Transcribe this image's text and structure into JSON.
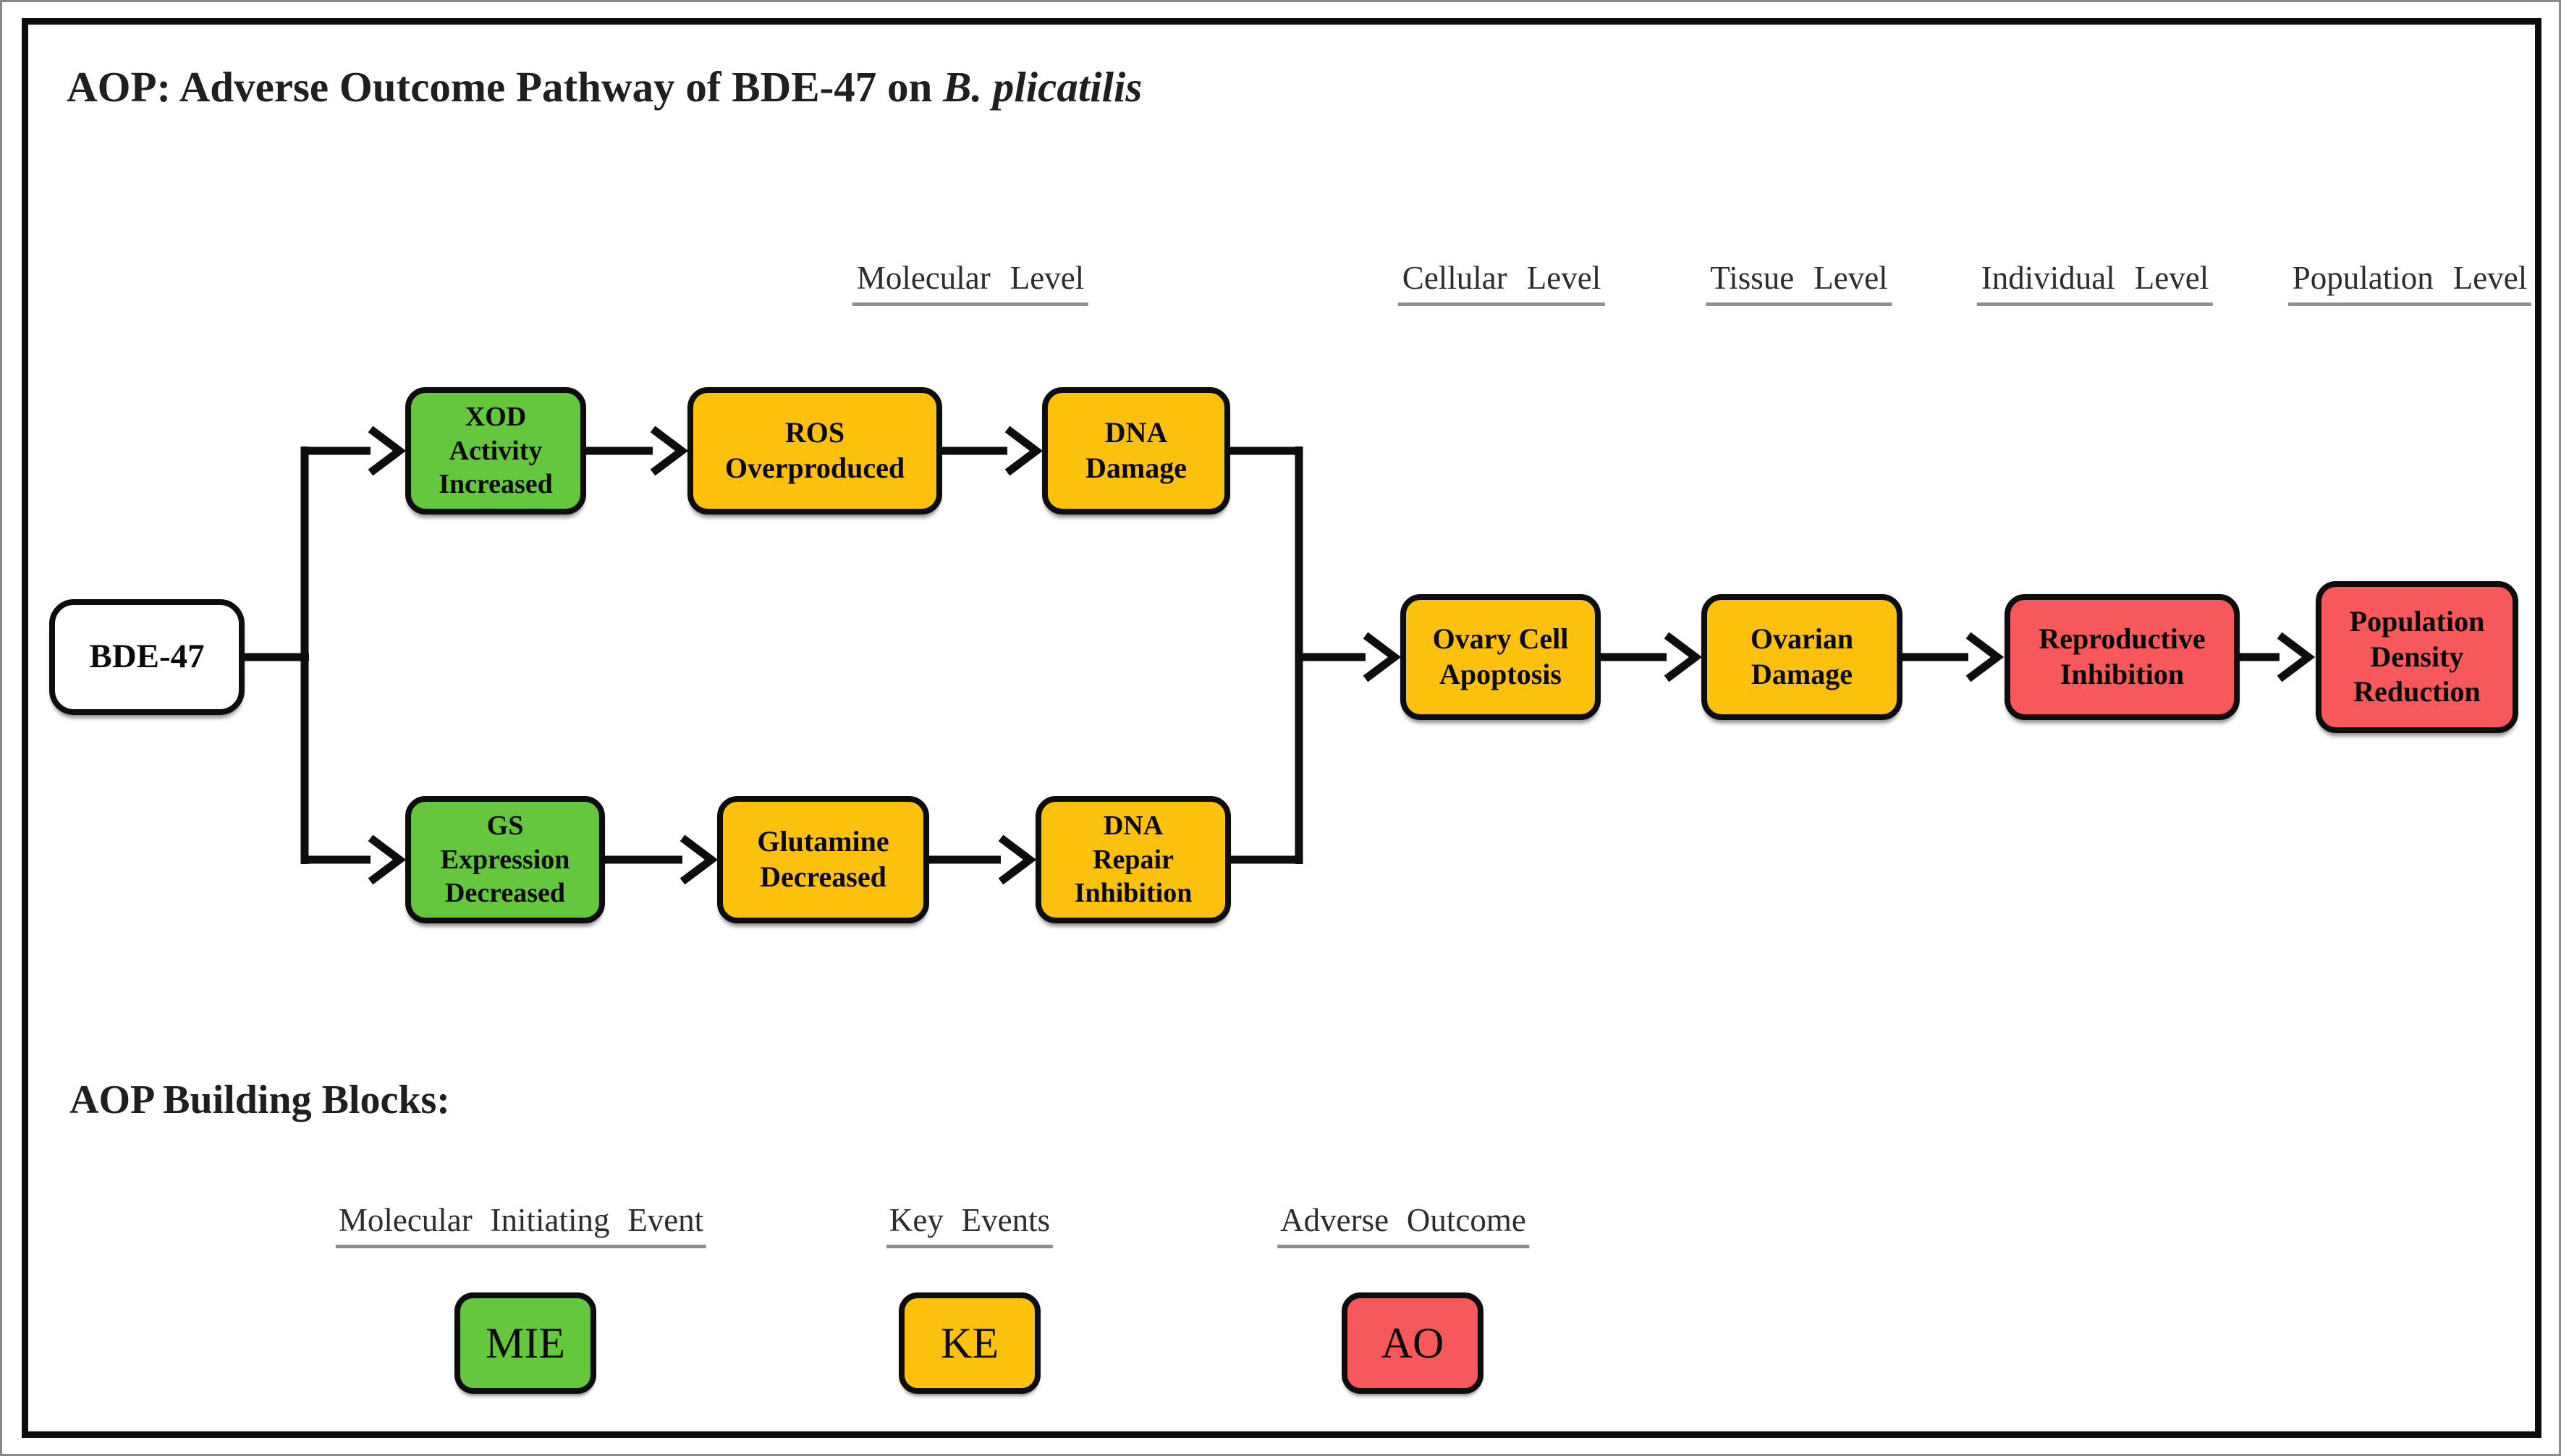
{
  "title": {
    "text_prefix": "AOP: Adverse Outcome Pathway of BDE-47 on ",
    "species_italic": "B. plicatilis"
  },
  "level_headers": [
    "Molecular Level",
    "Cellular Level",
    "Tissue Level",
    "Individual Level",
    "Population Level"
  ],
  "nodes": {
    "bde47": {
      "label": "BDE-47",
      "type": "chemical-stressor"
    },
    "xod": {
      "label": "XOD\nActivity\nIncreased",
      "type": "MIE"
    },
    "ros": {
      "label": "ROS\nOverproduced",
      "type": "KE"
    },
    "dna_damage": {
      "label": "DNA\nDamage",
      "type": "KE"
    },
    "gs": {
      "label": "GS\nExpression\nDecreased",
      "type": "MIE"
    },
    "glutamine": {
      "label": "Glutamine\nDecreased",
      "type": "KE"
    },
    "dna_repair": {
      "label": "DNA\nRepair\nInhibition",
      "type": "KE"
    },
    "ovary": {
      "label": "Ovary Cell\nApoptosis",
      "type": "KE"
    },
    "ovarian": {
      "label": "Ovarian\nDamage",
      "type": "KE"
    },
    "reproductive": {
      "label": "Reproductive\nInhibition",
      "type": "AO"
    },
    "population": {
      "label": "Population\nDensity\nReduction",
      "type": "AO"
    }
  },
  "legend": {
    "heading": "AOP Building Blocks:",
    "groups": [
      {
        "header": "Molecular Initiating Event",
        "abbr": "MIE"
      },
      {
        "header": "Key Events",
        "abbr": "KE"
      },
      {
        "header": "Adverse Outcome",
        "abbr": "AO"
      }
    ]
  },
  "colors": {
    "mie_green": "#65C73E",
    "ke_yellow": "#FCC10D",
    "ao_red": "#F6585C",
    "stressor_white": "#FFFFFF",
    "connector_black": "#0D0D0D"
  }
}
